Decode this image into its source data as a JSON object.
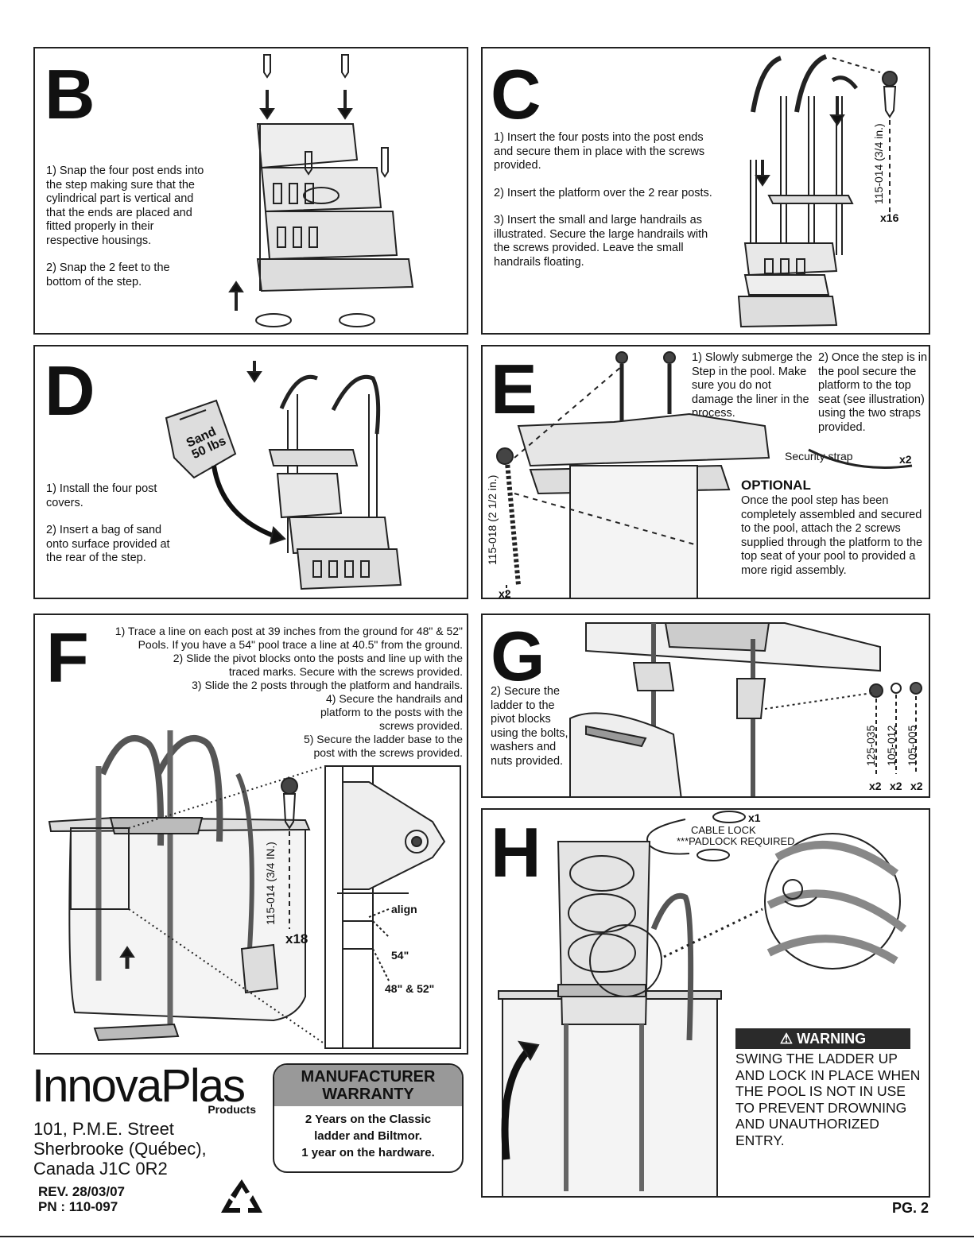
{
  "B": {
    "letter": "B",
    "step1": "1) Snap the four post ends into the step making sure that the cylindrical part is vertical and that the ends are placed and fitted properly in their respective housings.",
    "step2": "2) Snap the 2 feet to the bottom of the step."
  },
  "C": {
    "letter": "C",
    "step1": "1) Insert the four posts into the post ends and secure them in place with the screws provided.",
    "step2": "2) Insert the platform over the 2 rear posts.",
    "step3": "3) Insert the small and large handrails as illustrated. Secure the large handrails with the screws provided. Leave the small handrails floating.",
    "screw_code": "115-014 (3/4 in.)",
    "screw_qty": "x16"
  },
  "D": {
    "letter": "D",
    "step1": "1) Install the four post covers.",
    "step2": "2) Insert a bag of sand onto surface provided at the rear of the step.",
    "sand_label": "Sand",
    "sand_weight": "50 lbs"
  },
  "E": {
    "letter": "E",
    "step1": "1) Slowly submerge the Step in the pool. Make sure you do not damage the liner in the process.",
    "step2": "2) Once the step is in the pool secure the platform to the top seat (see illustration) using the two straps provided.",
    "strap_label": "Security strap",
    "strap_qty": "x2",
    "optional_title": "OPTIONAL",
    "optional_text": "Once the pool step has been completely assembled and secured to the pool, attach the 2 screws supplied through the platform to the top seat of your pool to provided a more rigid assembly.",
    "screw_code": "115-018 (2 1/2 in.)",
    "screw_qty": "x2"
  },
  "F": {
    "letter": "F",
    "step1": "1) Trace a line on each post at 39 inches from the ground for 48\" & 52\" Pools. If you have a 54\" pool trace a line at 40.5\" from the ground.",
    "step2": "2) Slide the pivot blocks onto the posts and line up with the traced marks. Secure with the screws provided.",
    "step3": "3) Slide the 2 posts through the platform and handrails.",
    "step4": "4) Secure the handrails and platform to the posts with the screws provided.",
    "step5": "5) Secure the ladder base to the post with the screws provided.",
    "screw_code": "115-014 (3/4 IN.)",
    "screw_qty": "x18",
    "detail_align": "align",
    "detail_54": "54\"",
    "detail_48_52": "48\" & 52\""
  },
  "G": {
    "letter": "G",
    "step2": "2) Secure the ladder to the pivot blocks using the bolts, washers and nuts provided.",
    "parts": [
      {
        "code": "125-035",
        "qty": "x2"
      },
      {
        "code": "105-012",
        "qty": "x2"
      },
      {
        "code": "105-005",
        "qty": "x2"
      }
    ]
  },
  "H": {
    "letter": "H",
    "cable_qty": "x1",
    "cable_label": "CABLE LOCK",
    "padlock_label": "***PADLOCK REQUIRED",
    "warning_title": "WARNING",
    "warning_text": "SWING THE LADDER UP AND LOCK IN PLACE WHEN THE POOL IS NOT IN USE TO PREVENT DROWNING AND UNAUTHORIZED ENTRY."
  },
  "footer": {
    "brand": "InnovaPlas",
    "brand_sub": "Products",
    "address1": "101, P.M.E. Street",
    "address2": "Sherbrooke (Québec),",
    "address3": "Canada J1C 0R2",
    "rev": "REV. 28/03/07",
    "pn": "PN : 110-097",
    "warranty_title1": "MANUFACTURER",
    "warranty_title2": "WARRANTY",
    "warranty_line1": "2 Years on the Classic",
    "warranty_line2": "ladder and Biltmor.",
    "warranty_line3": "1 year on the hardware.",
    "page": "PG. 2"
  }
}
